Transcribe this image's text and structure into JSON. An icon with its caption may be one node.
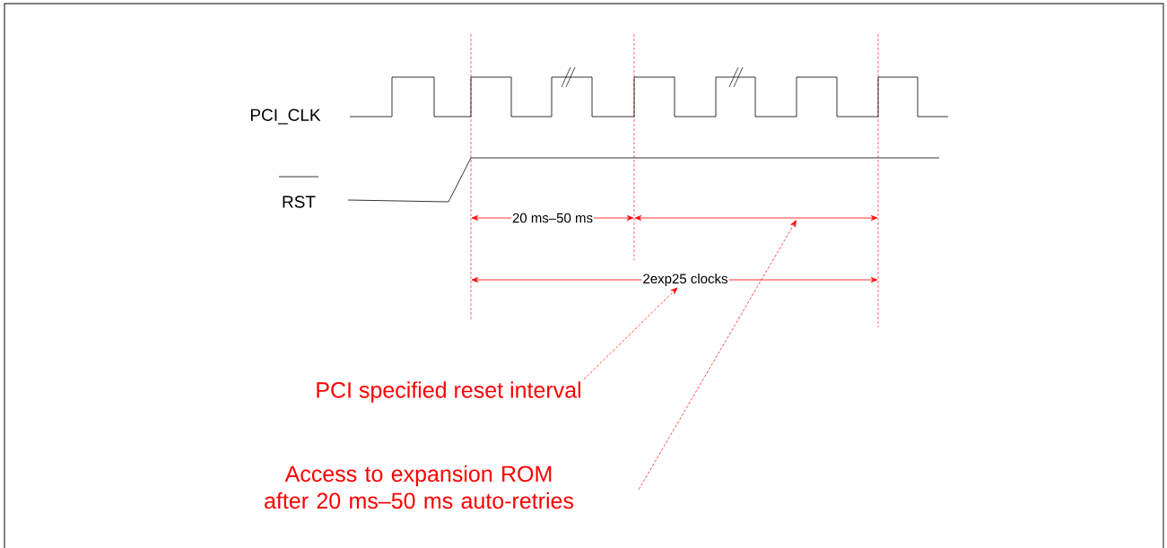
{
  "diagram": {
    "nodes": [
      {
        "text": [
          "2exp25 clocks"
        ]
      },
      {
        "text": [
          "PCI specified reset interval"
        ]
      },
      {
        "text": [
          "Access to expansion ROM after 20 ms–50 ms auto-retries"
        ]
      }
    ],
    "edges": [
      {
        "from": 1,
        "to": 0,
        "arrow": "to",
        "style": "dashed"
      },
      {
        "from": 2,
        "to": null,
        "arrow": "to",
        "style": "dashed"
      }
    ],
    "labels": [
      "PCI_CLK",
      "RST",
      "20 ms–50 ms"
    ]
  }
}
